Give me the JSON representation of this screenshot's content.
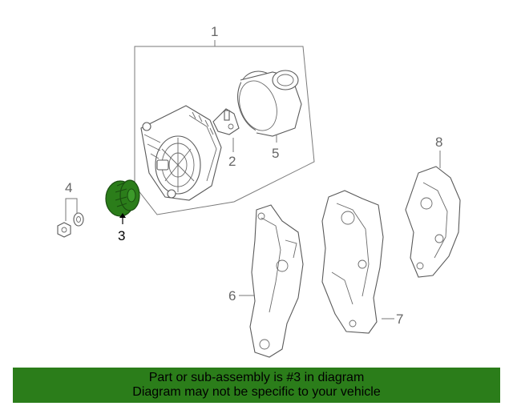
{
  "callouts": [
    {
      "id": "1",
      "label": "1"
    },
    {
      "id": "2",
      "label": "2"
    },
    {
      "id": "3",
      "label": "3"
    },
    {
      "id": "4",
      "label": "4"
    },
    {
      "id": "5",
      "label": "5"
    },
    {
      "id": "6",
      "label": "6"
    },
    {
      "id": "7",
      "label": "7"
    },
    {
      "id": "8",
      "label": "8"
    }
  ],
  "highlighted_part": "3",
  "highlight_color": "#2b7d1a",
  "banner": {
    "line1": "Part or sub-assembly is #3 in diagram",
    "line2": "Diagram may not be specific to your vehicle",
    "background": "#2b7d1a"
  }
}
